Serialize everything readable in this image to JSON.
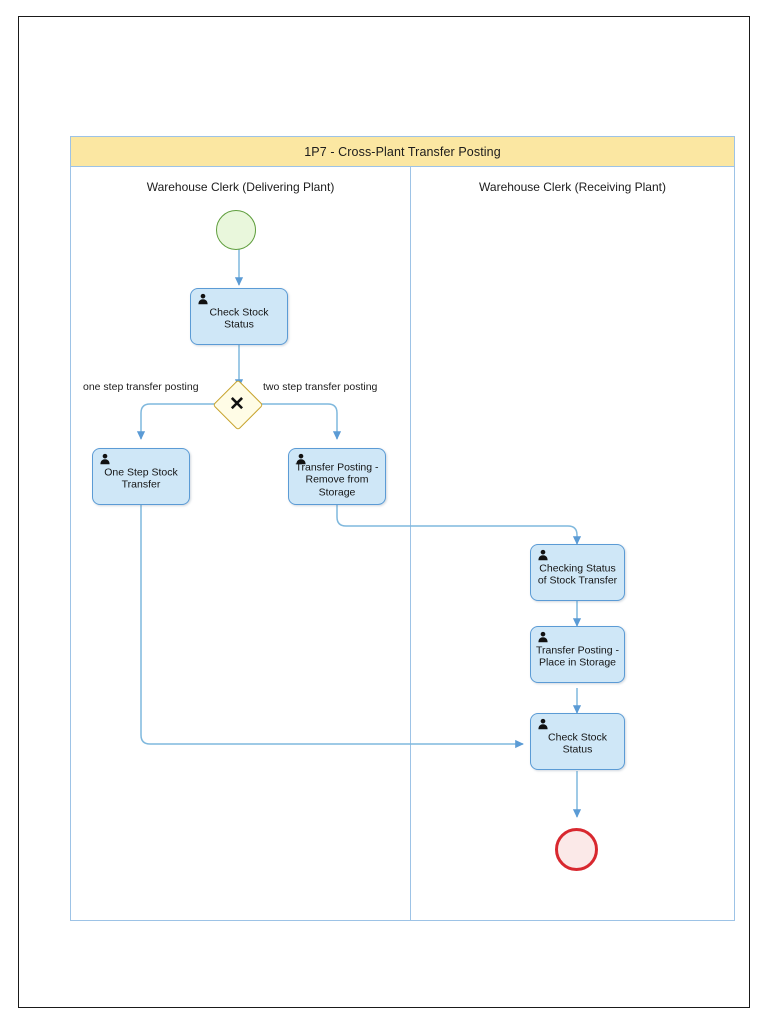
{
  "pool": {
    "title": "1P7 - Cross-Plant Transfer Posting",
    "lanes": [
      {
        "id": "lane-delivering",
        "title": "Warehouse Clerk (Delivering Plant)"
      },
      {
        "id": "lane-receiving",
        "title": "Warehouse Clerk (Receiving Plant)"
      }
    ]
  },
  "events": {
    "start": {
      "name": "start-event",
      "type": "start"
    },
    "end": {
      "name": "end-event",
      "type": "end"
    }
  },
  "gateway": {
    "type": "exclusive",
    "symbol": "✕",
    "labels": {
      "left": "one step transfer posting",
      "right": "two step transfer posting"
    }
  },
  "tasks": [
    {
      "id": "check-stock-status-1",
      "label": "Check Stock\nStatus",
      "lane": "lane-delivering",
      "icon": "user-icon"
    },
    {
      "id": "one-step-stock-transfer",
      "label": "One Step Stock\nTransfer",
      "lane": "lane-delivering",
      "icon": "user-icon"
    },
    {
      "id": "transfer-posting-remove",
      "label": "Transfer Posting -\nRemove from\nStorage",
      "lane": "lane-delivering",
      "icon": "user-icon"
    },
    {
      "id": "checking-status-stock-transfer",
      "label": "Checking Status\nof Stock Transfer",
      "lane": "lane-receiving",
      "icon": "user-icon"
    },
    {
      "id": "transfer-posting-place",
      "label": "Transfer Posting -\nPlace in Storage",
      "lane": "lane-receiving",
      "icon": "user-icon"
    },
    {
      "id": "check-stock-status-2",
      "label": "Check Stock\nStatus",
      "lane": "lane-receiving",
      "icon": "user-icon"
    }
  ],
  "colors": {
    "pool_header_fill": "#fbe7a2",
    "pool_border": "#9dc3e6",
    "task_fill": "#cfe7f7",
    "task_border": "#5b9bd5",
    "start_fill": "#e9f7dc",
    "start_border": "#5f9e3d",
    "end_fill": "#fbe9e8",
    "end_border": "#d8282f",
    "gateway_fill": "#fffce6",
    "gateway_border": "#c7a32c",
    "connector": "#7fb8dd",
    "page_border": "#1a1a1a"
  }
}
